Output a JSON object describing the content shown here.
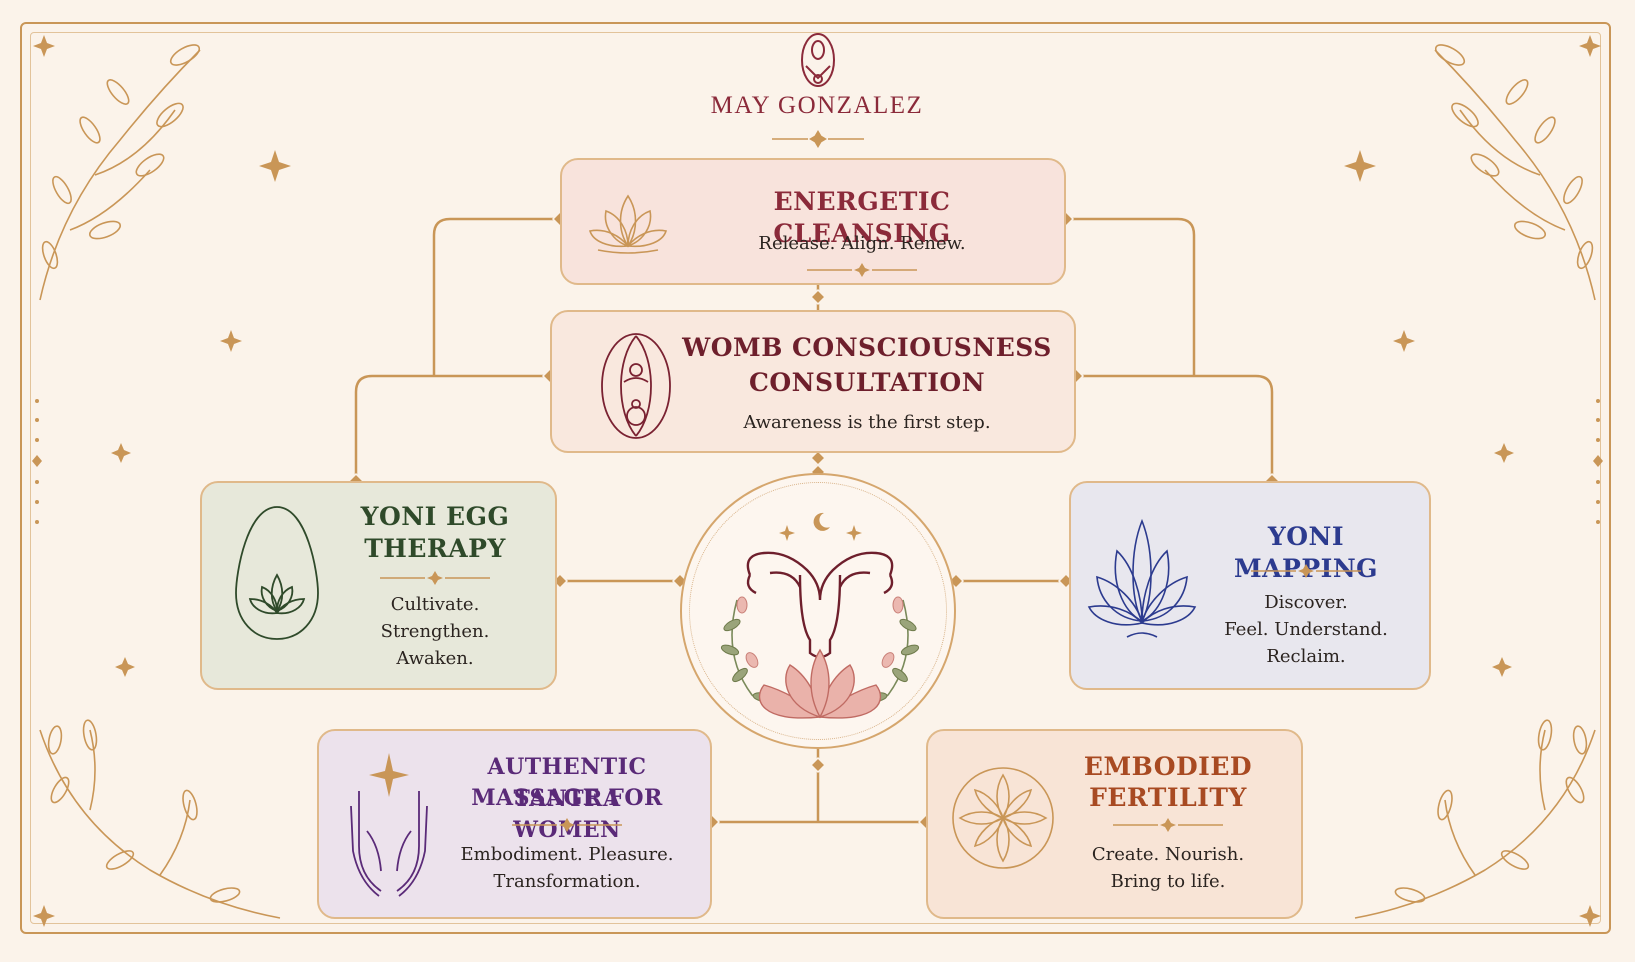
{
  "brand": {
    "name": "MAY GONZALEZ"
  },
  "colors": {
    "gold": "#c99657",
    "burgundy": "#8b2a3a",
    "green": "#2f4a2a",
    "navy": "#2c3b8f",
    "purple": "#5a2a78",
    "orange": "#a84a22"
  },
  "cards": {
    "cleansing": {
      "title_line1": "ENERGETIC CLEANSING",
      "subtitle_line1": "Release. Align. Renew.",
      "icon": "lotus-icon"
    },
    "womb": {
      "title_line1": "WOMB CONSCIOUSNESS",
      "title_line2": "CONSULTATION",
      "subtitle_line1": "Awareness is the first step.",
      "icon": "womb-egg-icon"
    },
    "yoni_egg": {
      "title_line1": "YONI EGG",
      "title_line2": "THERAPY",
      "subtitle_line1": "Cultivate.",
      "subtitle_line2": "Strengthen.",
      "subtitle_line3": "Awaken.",
      "icon": "egg-lotus-icon"
    },
    "yoni_mapping": {
      "title_line1": "YONI MAPPING",
      "subtitle_line1": "Discover.",
      "subtitle_line2": "Feel. Understand.",
      "subtitle_line3": "Reclaim.",
      "icon": "lotus-icon"
    },
    "tantra": {
      "title_line1": "AUTHENTIC TANTRA",
      "title_line2": "MASSAGE FOR WOMEN",
      "subtitle_line1": "Embodiment. Pleasure.",
      "subtitle_line2": "Transformation.",
      "icon": "hands-star-icon"
    },
    "fertility": {
      "title_line1": "EMBODIED",
      "title_line2": "FERTILITY",
      "subtitle_line1": "Create. Nourish.",
      "subtitle_line2": "Bring to life.",
      "icon": "flower-circle-icon"
    }
  },
  "hub": {
    "icon": "uterus-lotus-icon"
  }
}
